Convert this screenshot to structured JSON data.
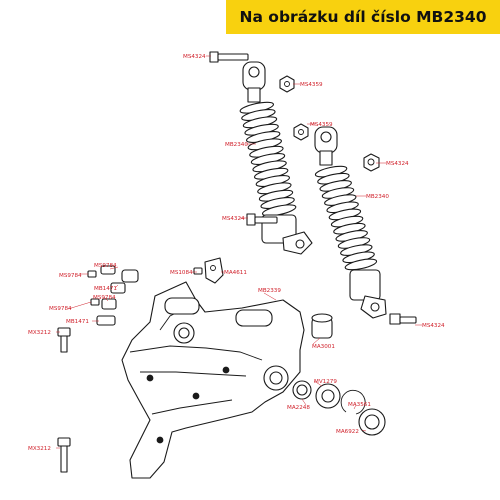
{
  "header": {
    "title": "Na obrázku díl číslo MB2340",
    "color": "#f8d10f"
  },
  "labels": {
    "ms4324_a": "MS4324",
    "ms4359_a": "MS4359",
    "ms4359_b": "MS4359",
    "mb2340_a": "MB2340",
    "ms4324_b": "MS4324",
    "mb2340_b": "MB2340",
    "ms4324_c": "MS4324",
    "ms4324_d": "MS4324",
    "ms9784_a": "MS9784",
    "ms9784_b": "MS9784",
    "ms9784_c": "MS9784",
    "ms9784_d": "MS9784",
    "mb1471_a": "MB1471",
    "mb1471_b": "MB1471",
    "ms1084": "MS1084",
    "ma4611": "MA4611",
    "mb2339": "MB2339",
    "mx3212_a": "MX3212",
    "mx3212_b": "MX3212",
    "ma3001": "MA3001",
    "mv1279": "MV1279",
    "ma2248": "MA2248",
    "ma3561": "MA3561",
    "ma6922": "MA6922"
  },
  "colors": {
    "label": "#d0202a",
    "line": "#1a1a1a"
  }
}
